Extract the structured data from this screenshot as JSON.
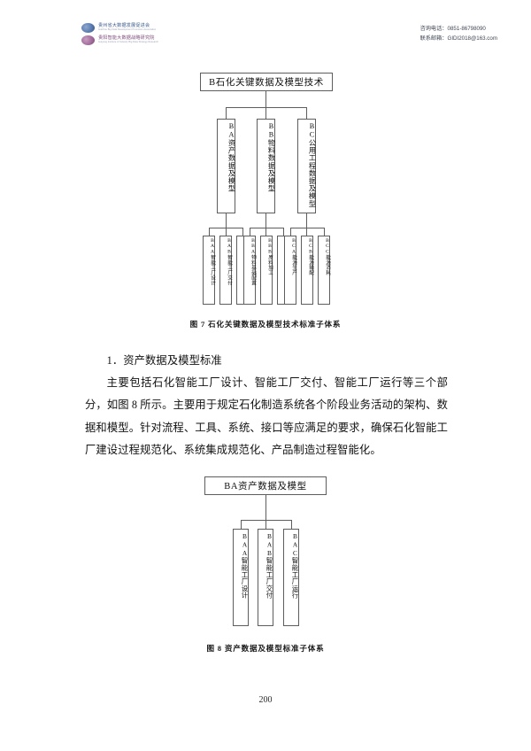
{
  "header": {
    "logos": [
      {
        "cn": "贵州省大数据发展促进会",
        "en": "Guizhou Big Data Development Promotion Association"
      },
      {
        "cn": "贵阳智能大数据战略研究院",
        "en": "Guiyang Institute of Industry Big Data Strategy Research"
      }
    ],
    "contact": {
      "phone_label": "咨询电话：",
      "phone": "0851-86798090",
      "email_label": "联系邮箱：",
      "email": "GIDI2018@163.com"
    }
  },
  "figure7": {
    "root": "B石化关键数据及模型技术",
    "level2": [
      "BA资产数据及模型",
      "BB物料数据及模型",
      "BC公用工程数据及模型"
    ],
    "level3": [
      "BAA智能工厂设计",
      "BAB智能工厂交付",
      "BAC智能工厂运行",
      "BBA物料基础配置",
      "BBB原料加工",
      "BBC采购管理",
      "BCA能源生产",
      "BCB能源输配",
      "BCC能源消耗"
    ],
    "caption": "图 7  石化关键数据及模型技术标准子体系"
  },
  "section": {
    "heading": "1．资产数据及模型标准",
    "paragraph": "主要包括石化智能工厂设计、智能工厂交付、智能工厂运行等三个部分，如图 8 所示。主要用于规定石化制造系统各个阶段业务活动的架构、数据和模型。针对流程、工具、系统、接口等应满足的要求，确保石化智能工厂建设过程规范化、系统集成规范化、产品制造过程智能化。"
  },
  "figure8": {
    "root": "BA资产数据及模型",
    "children": [
      "BAA智能工厂设计",
      "BAB智能工厂交付",
      "BAC智能工厂运行"
    ],
    "caption": "图 8  资产数据及模型标准子体系"
  },
  "page_number": "200"
}
